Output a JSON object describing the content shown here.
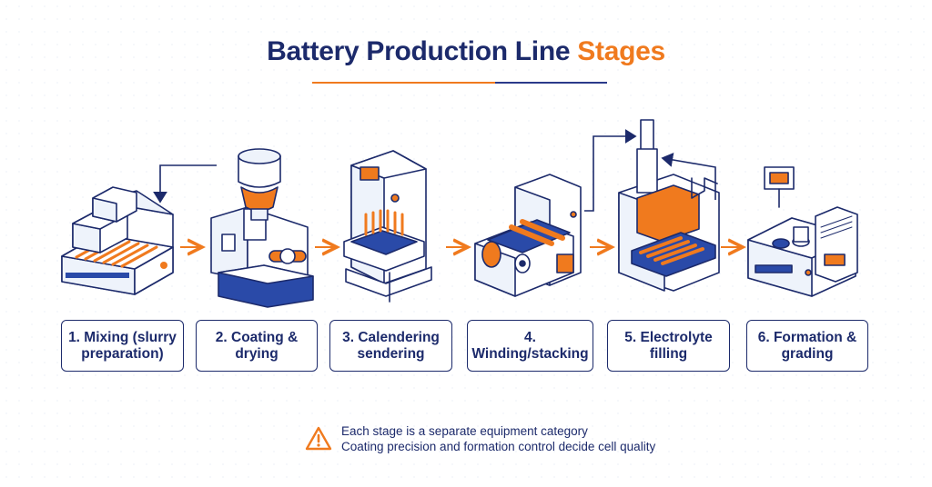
{
  "header": {
    "title_main": "Battery Production Line",
    "title_accent": "Stages"
  },
  "stages": [
    {
      "label": "1. Mixing (slurry preparation)"
    },
    {
      "label": "2. Coating & drying"
    },
    {
      "label": "3. Calendering sendering"
    },
    {
      "label": "4. Winding/stacking"
    },
    {
      "label": "5. Electrolyte filling"
    },
    {
      "label": "6. Formation & grading"
    }
  ],
  "footer": {
    "warning_icon": "warning-triangle-icon",
    "line1": "Each stage is a separate equipment category",
    "line2": "Coating precision and formation control decide cell quality"
  },
  "colors": {
    "navy": "#1c2a6b",
    "orange": "#f07a1e",
    "light_blue": "#eef3fb"
  }
}
